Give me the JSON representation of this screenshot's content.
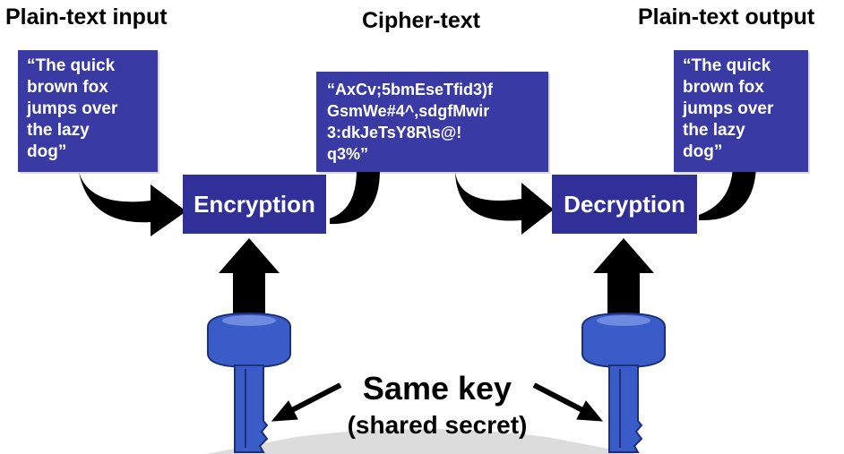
{
  "labels": {
    "input_heading": "Plain-text input",
    "cipher_heading": "Cipher-text",
    "output_heading": "Plain-text output"
  },
  "boxes": {
    "plaintext_input": "“The quick\nbrown fox\njumps over\nthe lazy\ndog”",
    "ciphertext": "“AxCv;5bmEseTfid3)f\nGsmWe#4^,sdgfMwir\n3:dkJeTsY8R\\s@!\nq3%”",
    "plaintext_output": "“The quick\nbrown fox\njumps over\nthe lazy\ndog”"
  },
  "process": {
    "encryption": "Encryption",
    "decryption": "Decryption"
  },
  "caption": {
    "line1": "Same key",
    "line2": "(shared secret)"
  },
  "colors": {
    "box_blue": "#3a3aa4",
    "process_blue": "#303098",
    "key_blue": "#3a5cc8",
    "arrow": "#000000"
  }
}
